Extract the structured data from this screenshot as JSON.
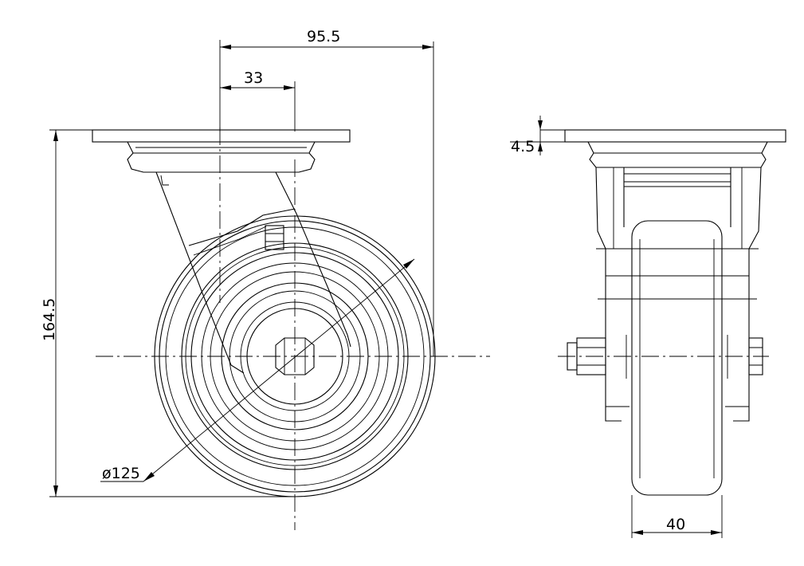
{
  "drawing": {
    "type": "technical-drawing",
    "subject": "swivel caster",
    "views": [
      "front-view",
      "side-view"
    ]
  },
  "dimensions": {
    "overall_width": "95.5",
    "swivel_offset": "33",
    "overall_height": "164.5",
    "wheel_diameter": "ø125",
    "plate_thickness": "4.5",
    "wheel_width": "40"
  }
}
